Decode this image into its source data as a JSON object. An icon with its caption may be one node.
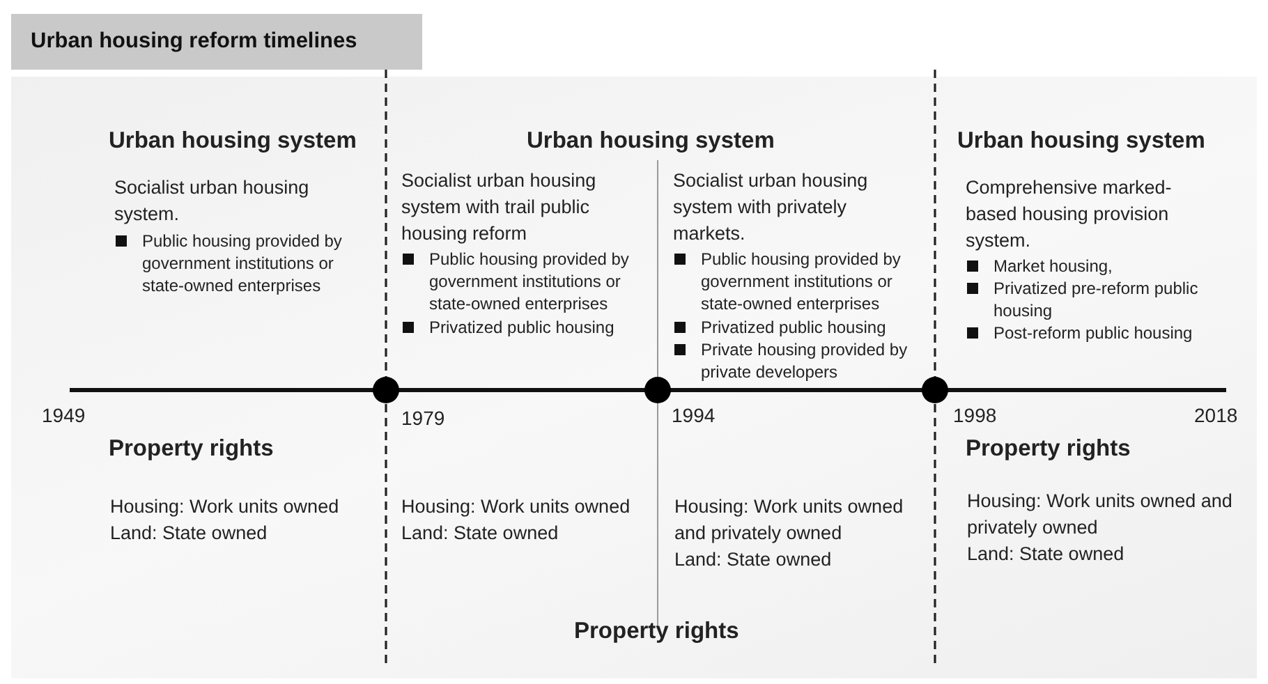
{
  "diagram": {
    "title": "Urban housing reform timelines",
    "labels": [
      "Urban housing system",
      "Urban housing system",
      "Urban housing system",
      "Socialist urban housing system.",
      "Public housing provided by government institutions or state-owned enterprises",
      "Socialist urban housing system with trail public housing reform",
      "Public housing provided by government institutions or state-owned enterprises",
      "Privatized public housing",
      "Socialist urban housing system with privately markets.",
      "Public housing provided by government institutions or state-owned enterprises",
      "Privatized public housing",
      "Private housing provided by private developers",
      "Comprehensive marked-based housing provision system.",
      "Market housing,",
      "Privatized pre-reform public housing",
      "Post-reform public housing",
      "1949",
      "1979",
      "1994",
      "1998",
      "2018",
      "Property rights",
      "Property rights",
      "Housing: Work units owned",
      "Land: State owned",
      "Housing: Work units owned",
      "Land: State owned",
      "Housing: Work units owned and privately owned",
      "Land: State owned",
      "Housing: Work units owned and privately owned",
      "Land: State owned",
      "Property rights"
    ]
  }
}
